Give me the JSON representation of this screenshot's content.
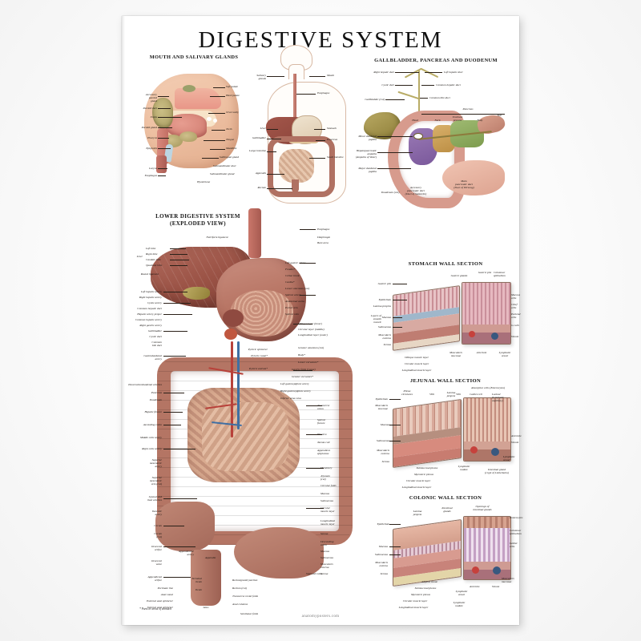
{
  "poster": {
    "title": "DIGESTIVE SYSTEM",
    "footer": "anatomyposters.com",
    "footnote": "* Parts or areas of stomach"
  },
  "panels": {
    "mouth": {
      "heading": "MOUTH AND SALIVARY GLANDS",
      "labels_left": [
        "Accessory\nparotid\ngland",
        "Parotid duct",
        "Uvula",
        "Parotid gland",
        "Pharynx",
        "Epiglottis",
        "Larynx",
        "Esophagus"
      ],
      "labels_right": [
        "Soft palate",
        "Hard palate",
        "Oral cavity",
        "Teeth",
        "Tongue",
        "Mandible",
        "Sublingual gland",
        "Submandibular duct",
        "Submandibular gland",
        "Hyoid bone"
      ]
    },
    "overview": {
      "labels_left": [
        "Salivary\nglands",
        "Liver",
        "Gallbladder",
        "Large intestine",
        "Appendix",
        "Rectum"
      ],
      "labels_right": [
        "Mouth",
        "Esophagus",
        "Stomach",
        "Pancreas",
        "Small intestine"
      ]
    },
    "gallbladder": {
      "heading": "GALLBLADDER, PANCREAS AND DUODENUM",
      "labels_upper_left": [
        "Right hepatic duct",
        "Cystic duct",
        "Gallbladder (cut)"
      ],
      "labels_upper_right": [
        "Left hepatic duct",
        "Common hepatic duct",
        "Common bile duct",
        "Pancreas"
      ],
      "pancreas_parts": [
        "Head",
        "Neck",
        "Uncinate\nprocess",
        "Body",
        "Tail"
      ],
      "labels_lower_left": [
        "Minor duodenal\npapilla",
        "Hepatopancreatic\nampulla\n(Ampulla of Vater)",
        "Major duodenal\npapilla",
        "Duodenum (cut)"
      ],
      "labels_lower_right": [
        "Main\npancreatic duct\n(Duct of Wirsung)",
        "Accessory\npancreatic duct\n(Duct of Santorini)"
      ]
    },
    "lower": {
      "heading": "LOWER DIGESTIVE SYSTEM\n(EXPLODED VIEW)",
      "liver_bracket": "Liver",
      "liver_lobes": [
        "Left lobe",
        "Right lobe",
        "Caudate lobe",
        "Quadrate lobe"
      ],
      "labels_left": [
        "Falciform ligament",
        "Round ligament",
        "Left hepatic artery",
        "Right hepatic artery",
        "Cystic artery",
        "Common hepatic duct",
        "Hepatic artery proper",
        "Common hepatic artery",
        "Right gastric artery",
        "Gallbladder",
        "Cystic duct",
        "Common\nbile duct",
        "Gastroduodenal\nartery",
        "Pancreaticoduodenal arteries",
        "Pancreas",
        "Duodenum",
        "Hepatic flexure",
        "Ascending colon",
        "Middle colic artery",
        "Right colic artery",
        "Superior\nmesenteric\nartery",
        "Superior\nmesenteric\nvein (cut)",
        "Jejunal and\nileal arteries",
        "Ileocolic\nartery",
        "Cecum",
        "Cecum\n(cut)",
        "Ileocecal\norifice",
        "Ileocecal\nvalve",
        "Appendiceal\norifice",
        "Terminal\nileum",
        "Ileum"
      ],
      "labels_right": [
        "Esophagus",
        "Diaphragm",
        "Bare area",
        "Left gastric artery",
        "Fundus*",
        "Celiac trunk",
        "Cardia*",
        "Lesser omentum (cut)",
        "Splenic artery",
        "Abdominal aorta",
        "Portal vein",
        "Splenic vein",
        "Oblique layer (inner)",
        "Circular layer (middle)",
        "Longitudinal layer (outer)",
        "Greater omentum (cut)",
        "Body*",
        "Lesser curvature*",
        "Gastric folds (rugae)",
        "Greater curvature*",
        "Left gastroepiploic artery",
        "Right gastroepiploic artery",
        "Inferior vena cava",
        "Transverse\ncolon",
        "Splenic\nflexure",
        "Haustra",
        "Taenia coli",
        "Appendices\nepiploicae",
        "Mesentery",
        "Jejunum\n(cut)",
        "Circular folds",
        "Mucosa",
        "Submucosa",
        "Circular\nmuscle layer",
        "Longitudinal\nmuscle layer",
        "Serosa",
        "Descending\ncolon"
      ],
      "labels_stomach_wall": [
        "Pyloric sphincter",
        "Pyloric canal*",
        "Pyloric antrum*"
      ],
      "labels_bottom": [
        "Appendicular\nartery",
        "Appendix",
        "Pectinate line",
        "Anal canal",
        "External anal sphincter",
        "Internal anal sphincter",
        "Anus",
        "Rectosigmoid junction",
        "Rectum (cut)",
        "Transverse rectal folds",
        "Anal columns",
        "Sigmoid colon",
        "Semilunar folds",
        "Mucosa",
        "Submucosa",
        "Muscularis\nexterna",
        "Serosa"
      ]
    },
    "stomach_wall": {
      "heading": "STOMACH WALL SECTION",
      "labels_left": [
        "Gastric pits",
        "Epithelium",
        "Lamina propria",
        "Layers of\nsmooth\nmuscle",
        "Mucosa",
        "Submucosa",
        "Muscularis\nexterna",
        "Serosa"
      ],
      "labels_bottom": [
        "Oblique muscle layer",
        "Circular muscle layer",
        "Longitudinal muscle layer",
        "Muscularis\nmucosae",
        "Arteriole",
        "Lymphatic\nvessel"
      ],
      "labels_right": [
        "Gastric glands",
        "Gastric pits",
        "Columnar\nepithelium",
        "Mucous\ncells",
        "Chief\ncells",
        "Parietal\ncells",
        "G cells",
        "Venule"
      ]
    },
    "jejunal_wall": {
      "heading": "JEJUNAL WALL SECTION",
      "labels_left": [
        "Epithelium",
        "Muscularis\nmucosae",
        "Mucosa",
        "Submucosa",
        "Muscularis\nexterna",
        "Serosa",
        "Plicae\ncirculares",
        "Villi",
        "Lamina\npropria"
      ],
      "labels_right": [
        "Absorptive cells (Enterocytes)",
        "Goblet cell",
        "Villi",
        "Lacteal\n(lymphatic\ncapillary)",
        "Arteriole",
        "Venule",
        "Lymphatic\nvessel"
      ],
      "labels_bottom": [
        "Submucosal plexus",
        "Myenteric plexus",
        "Circular muscle layer",
        "Longitudinal muscle layer",
        "Lymphatic\nnodule",
        "Intestinal gland\n(crypt of Lieberkuhn)"
      ]
    },
    "colonic_wall": {
      "heading": "COLONIC WALL SECTION",
      "labels_left": [
        "Epithelium",
        "Mucosa",
        "Submucosa",
        "Muscularis\nexterna",
        "Serosa",
        "Lamina\npropria",
        "Intestinal\nglands"
      ],
      "labels_right": [
        "Openings of\nintestinal glands",
        "Enterocytes",
        "Columnar\nepithelium",
        "Goblet\ncells",
        "Muscularis\nmucosae",
        "Venule",
        "Arteriole"
      ],
      "labels_bottom": [
        "Adipose tissue",
        "Submucosal plexus",
        "Myenteric plexus",
        "Circular muscle layer",
        "Longitudinal muscle layer",
        "Lymphatic\nvessel",
        "Lymphatic\nnodule"
      ]
    }
  },
  "colors": {
    "paper": "#ffffff",
    "ink": "#15110e",
    "liver": "#9a5245",
    "stomach": "#b4705f",
    "colon": "#b47564",
    "pancreas_head": "#7a589b",
    "pancreas_body": "#7d9c4e",
    "bile_duct": "#b9ac66"
  }
}
